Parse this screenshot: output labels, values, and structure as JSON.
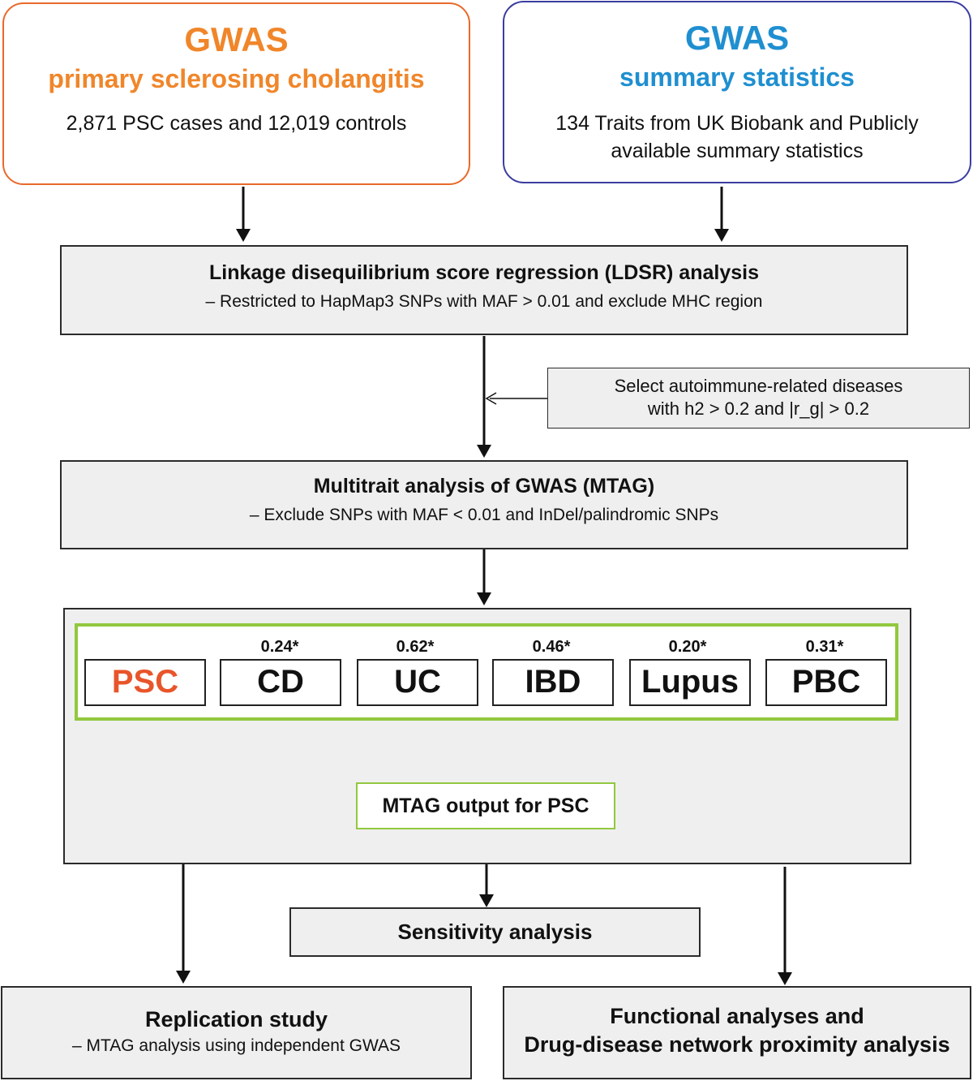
{
  "source_psc": {
    "title": "GWAS",
    "subtitle": "primary sclerosing cholangitis",
    "description": "2,871 PSC cases and 12,019 controls"
  },
  "source_summary": {
    "title": "GWAS",
    "subtitle": "summary statistics",
    "description_line1": "134 Traits from UK Biobank and Publicly",
    "description_line2": "available summary statistics"
  },
  "ldsr": {
    "title": "Linkage disequilibrium score regression (LDSR) analysis",
    "detail": "– Restricted to HapMap3 SNPs with MAF > 0.01 and exclude MHC region"
  },
  "selection": {
    "line1": "Select autoimmune-related diseases",
    "line2": "with h2 > 0.2 and |r_g| > 0.2"
  },
  "mtag": {
    "title": "Multitrait analysis of GWAS (MTAG)",
    "detail": "– Exclude SNPs with MAF < 0.01 and InDel/palindromic SNPs"
  },
  "traits": [
    {
      "label": "PSC",
      "correlation": ""
    },
    {
      "label": "CD",
      "correlation": "0.24*"
    },
    {
      "label": "UC",
      "correlation": "0.62*"
    },
    {
      "label": "IBD",
      "correlation": "0.46*"
    },
    {
      "label": "Lupus",
      "correlation": "0.20*"
    },
    {
      "label": "PBC",
      "correlation": "0.31*"
    }
  ],
  "mtag_output": "MTAG output for PSC",
  "sensitivity": "Sensitivity analysis",
  "replication": {
    "title": "Replication study",
    "detail": "– MTAG analysis using independent GWAS"
  },
  "functional": {
    "line1": "Functional analyses and",
    "line2": "Drug-disease network proximity analysis"
  },
  "colors": {
    "orange": "#f0862a",
    "psc_red": "#e8552a",
    "blue": "#1f8fd0",
    "purple_border": "#3b3da1",
    "green": "#92c83e"
  }
}
